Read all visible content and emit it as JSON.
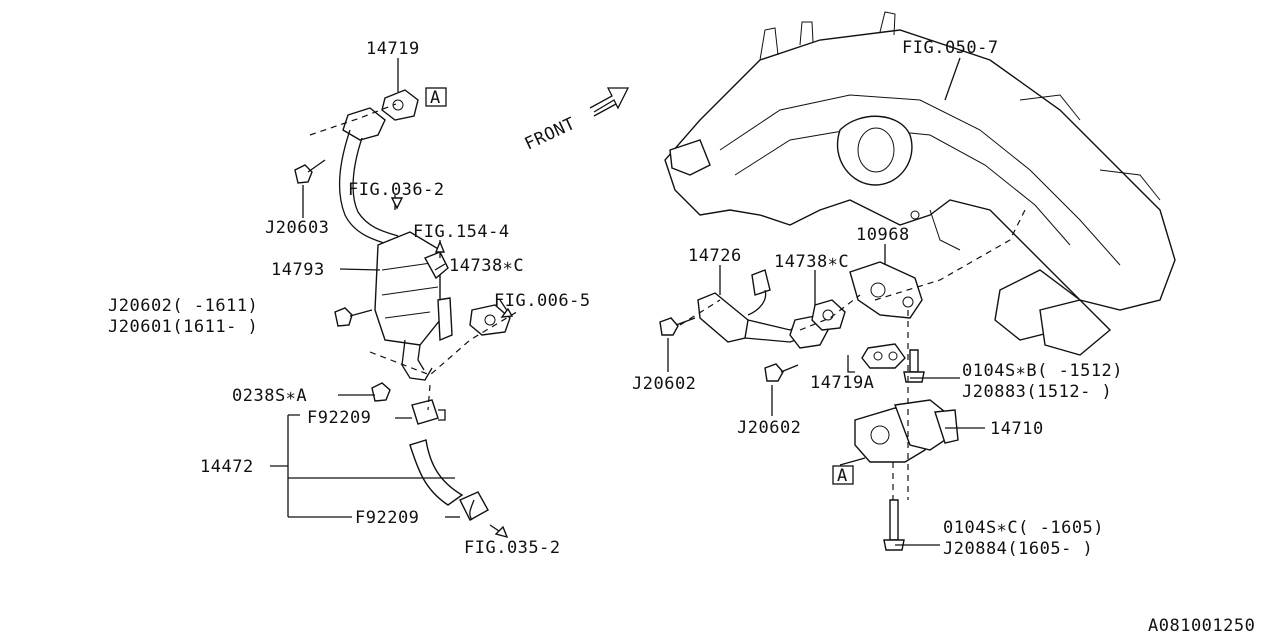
{
  "front_marker": "FRONT",
  "figure_id": "A081001250",
  "callouts": {
    "p14719_top": "14719",
    "fig050_7": "FIG.050-7",
    "fig036_2": "FIG.036-2",
    "fig154_4": "FIG.154-4",
    "j20603": "J20603",
    "p14793": "14793",
    "p14738c_left": "14738∗C",
    "fig006_5": "FIG.006-5",
    "j20602_a": "J20602(  -1611)",
    "j20601": "J20601(1611-  )",
    "p0238s_a": "0238S∗A",
    "f92209_top": "F92209",
    "p14472": "14472",
    "f92209_bottom": "F92209",
    "fig035_2": "FIG.035-2",
    "p10968": "10968",
    "p14726": "14726",
    "p14738c_right": "14738∗C",
    "j20602_b": "J20602",
    "p14719a": "14719A",
    "p0104s_b": "0104S∗B(  -1512)",
    "j20883": "J20883(1512-  )",
    "j20602_c": "J20602",
    "p14710": "14710",
    "p0104s_c": "0104S∗C(  -1605)",
    "j20884": "J20884(1605-  )"
  },
  "reference_box_letter": "A"
}
